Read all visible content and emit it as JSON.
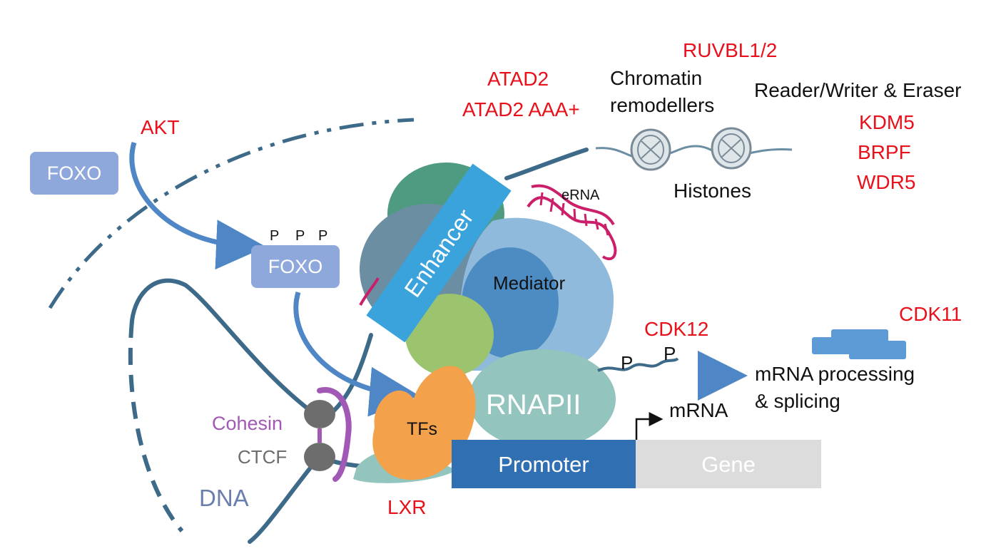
{
  "colors": {
    "target_red": "#e8101a",
    "foxo_box": "#8fa8dc",
    "dna": "#3e6a8a",
    "enhancer": "#3aa3dc",
    "mediator_light": "#8fbadc",
    "mediator_dark": "#4d8cc2",
    "slate": "#6b8ea3",
    "teal_green": "#4e9b82",
    "green_unit": "#9cc46e",
    "rnapii": "#93c4bd",
    "tfs": "#f3a24b",
    "promoter": "#2f6fb2",
    "gene": "#dcdcdc",
    "cohesin": "#a259b5",
    "ctcf_gray": "#6d6d6d",
    "erna": "#cc1f6a"
  },
  "labels": {
    "akt": "AKT",
    "foxo_top": "FOXO",
    "foxo_phospho": "FOXO",
    "phosphates": [
      "P",
      "P",
      "P"
    ],
    "enhancer": "Enhancer",
    "erna": "eRNA",
    "mediator": "Mediator",
    "rnapii": "RNAPII",
    "tfs": "TFs",
    "promoter": "Promoter",
    "gene": "Gene",
    "mrna": "mRNA",
    "mrna_processing_line1": "mRNA processing",
    "mrna_processing_line2": "& splicing",
    "cohesin": "Cohesin",
    "ctcf": "CTCF",
    "dna": "DNA",
    "lxr": "LXR",
    "cdk12": "CDK12",
    "cdk12_p1": "P",
    "cdk12_p2": "P",
    "cdk11": "CDK11",
    "atad2": "ATAD2",
    "atad2_aaa": "ATAD2 AAA+",
    "ruvbl": "RUVBL1/2",
    "chromatin_line1": "Chromatin",
    "chromatin_line2": "remodellers",
    "reader_writer": "Reader/Writer & Eraser",
    "kdm5": "KDM5",
    "brpf": "BRPF",
    "wdr5": "WDR5",
    "histones": "Histones"
  }
}
